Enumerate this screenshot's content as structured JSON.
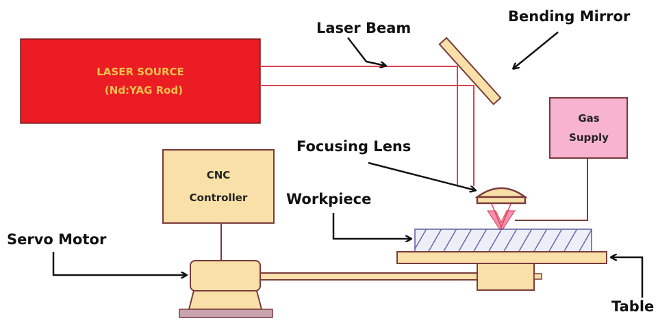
{
  "labels": {
    "laser_beam": "Laser Beam",
    "bending_mirror": "Bending Mirror",
    "focusing_lens": "Focusing Lens",
    "workpiece": "Workpiece",
    "servo_motor": "Servo Motor",
    "table": "Table"
  },
  "boxes": {
    "laser_source": {
      "line1": "LASER SOURCE",
      "line2": "(Nd:YAG Rod)"
    },
    "gas_supply": {
      "line1": "Gas",
      "line2": "Supply"
    },
    "cnc_controller": {
      "line1": "CNC",
      "line2": "Controller"
    }
  },
  "colors": {
    "laser_source_fill": "#ec1c24",
    "laser_source_text": "#f2c14e",
    "beam": "#d9434f",
    "component_fill": "#f8e0a8",
    "component_stroke": "#7a3a3a",
    "gas_fill": "#f7b3cf",
    "nozzle_fill": "#f48fb1",
    "workpiece_fill": "#eeeef8",
    "workpiece_stroke": "#5a5aa0",
    "base_plate": "#c9a3ad"
  }
}
